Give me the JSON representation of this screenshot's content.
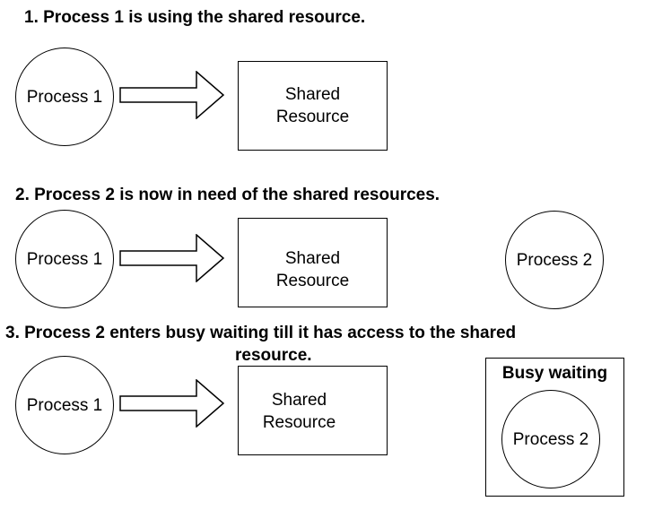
{
  "steps": [
    {
      "heading": "1. Process 1 is using the shared resource.",
      "process1": "Process 1",
      "shared": [
        "Shared",
        "Resource"
      ]
    },
    {
      "heading": "2. Process 2 is now in need of the shared resources.",
      "process1": "Process 1",
      "shared": [
        "Shared",
        "Resource"
      ],
      "process2": "Process 2"
    },
    {
      "heading_line1": "3. Process 2 enters busy waiting till it has access to the shared",
      "heading_line2": "resource.",
      "process1": "Process 1",
      "shared": [
        "Shared",
        "Resource"
      ],
      "busy_title": "Busy waiting",
      "process2": "Process 2"
    }
  ]
}
